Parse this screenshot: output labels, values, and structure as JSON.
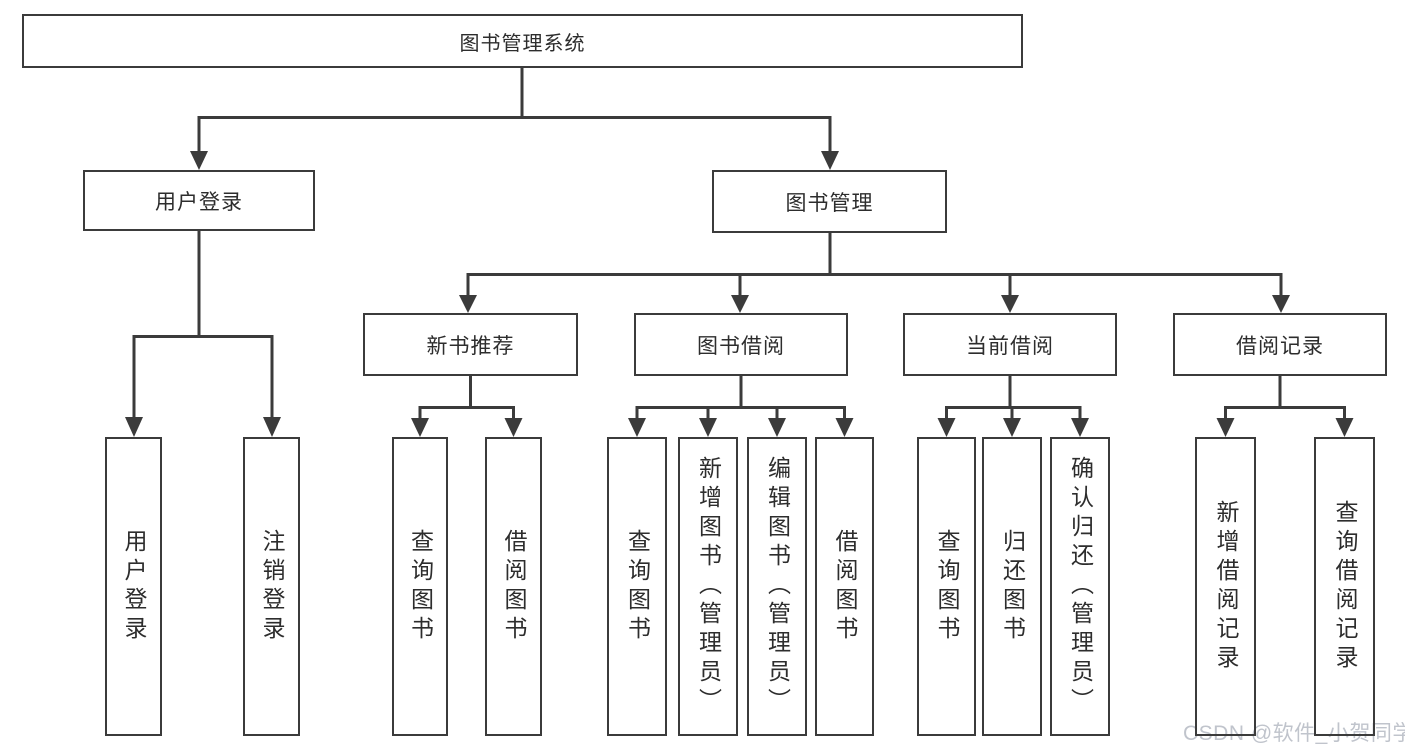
{
  "diagram_title": "图书管理系统",
  "watermark": "CSDN @软件_小贺同学",
  "colors": {
    "line": "#3b3b3b",
    "text": "#2d2d2d",
    "watermark": "#c0c4cc",
    "background": "#ffffff"
  },
  "nodes": {
    "root": "图书管理系统",
    "level1": [
      {
        "label": "用户登录",
        "children": [
          "用户登录",
          "注销登录"
        ]
      },
      {
        "label": "图书管理"
      }
    ],
    "level2": [
      {
        "label": "新书推荐",
        "children": [
          "查询图书",
          "借阅图书"
        ]
      },
      {
        "label": "图书借阅",
        "children": [
          "查询图书",
          "新增图书（管理员）",
          "编辑图书（管理员）",
          "借阅图书"
        ]
      },
      {
        "label": "当前借阅",
        "children": [
          "查询图书",
          "归还图书",
          "确认归还（管理员）"
        ]
      },
      {
        "label": "借阅记录",
        "children": [
          "新增借阅记录",
          "查询借阅记录"
        ]
      }
    ]
  }
}
